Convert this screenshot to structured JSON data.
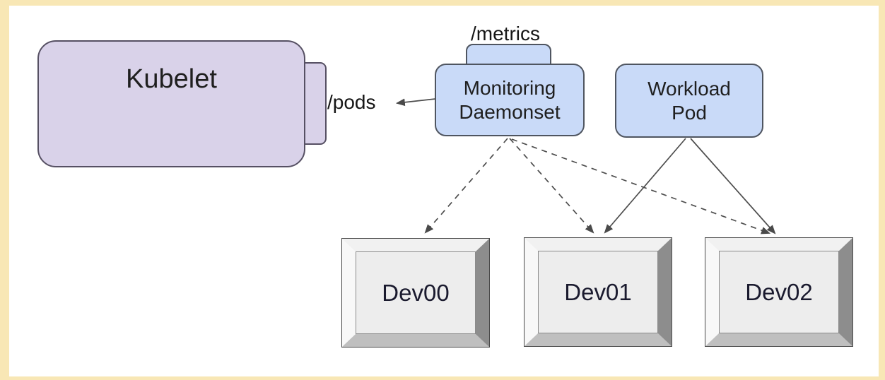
{
  "diagram": {
    "nodes": {
      "kubelet": {
        "label": "Kubelet",
        "fill": "#d9d2e9"
      },
      "monitoring_daemonset": {
        "label": "Monitoring Daemonset",
        "fill": "#c9daf8"
      },
      "workload_pod": {
        "label": "Workload Pod",
        "fill": "#c9daf8"
      },
      "dev00": {
        "label": "Dev00",
        "fill": "#ededed"
      },
      "dev01": {
        "label": "Dev01",
        "fill": "#ededed"
      },
      "dev02": {
        "label": "Dev02",
        "fill": "#ededed"
      }
    },
    "endpoint_labels": {
      "pods": "/pods",
      "metrics": "/metrics"
    },
    "edges": [
      {
        "from": "monitoring_daemonset",
        "to": "kubelet",
        "style": "solid",
        "label": "/pods"
      },
      {
        "from": "monitoring_daemonset",
        "to": "dev00",
        "style": "dashed"
      },
      {
        "from": "monitoring_daemonset",
        "to": "dev01",
        "style": "dashed"
      },
      {
        "from": "monitoring_daemonset",
        "to": "dev02",
        "style": "dashed"
      },
      {
        "from": "workload_pod",
        "to": "dev01",
        "style": "solid"
      },
      {
        "from": "workload_pod",
        "to": "dev02",
        "style": "solid"
      }
    ],
    "colors": {
      "frame_border": "#f8e7b5",
      "canvas": "#ffffff",
      "line": "#4d4d4d",
      "purple_fill": "#d9d2e9",
      "blue_fill": "#c9daf8",
      "device_panel": "#ededed"
    }
  }
}
